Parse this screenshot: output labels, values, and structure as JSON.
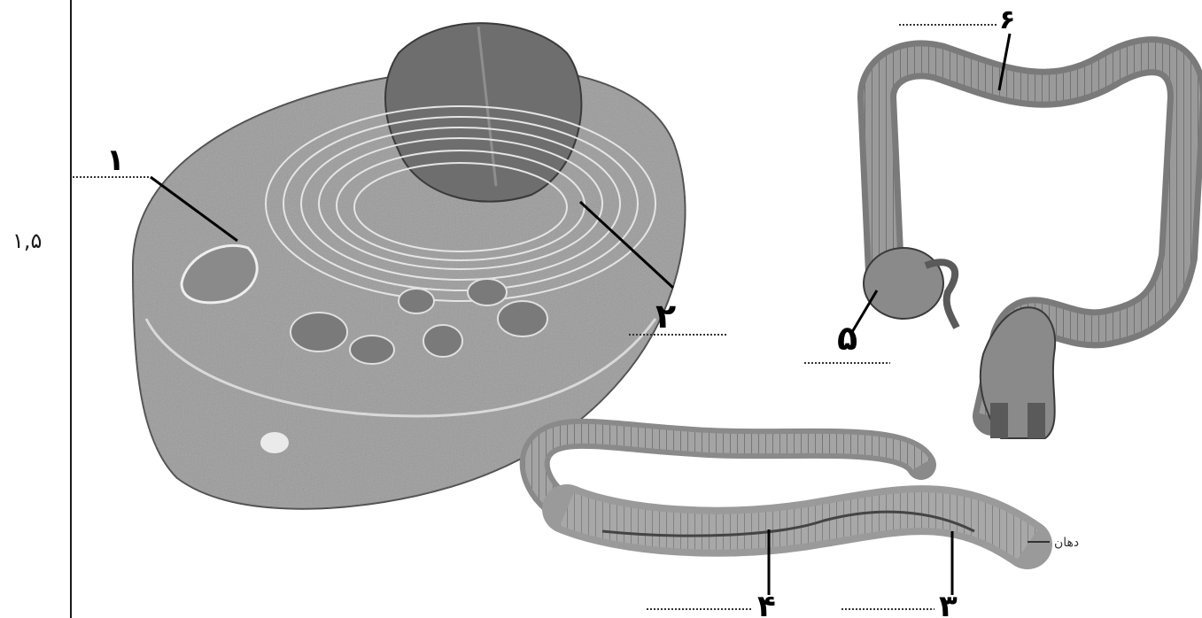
{
  "score": "۱,۵",
  "labels": {
    "l1": "۱",
    "l2": "۲",
    "l3": "۳",
    "l4": "۴",
    "l5": "۵",
    "l6": "۶"
  },
  "worm_mouth": "دهان",
  "colors": {
    "ink": "#1a1a1a",
    "tissue": "#8c8c8c",
    "tissue_light": "#bdbdbd"
  }
}
